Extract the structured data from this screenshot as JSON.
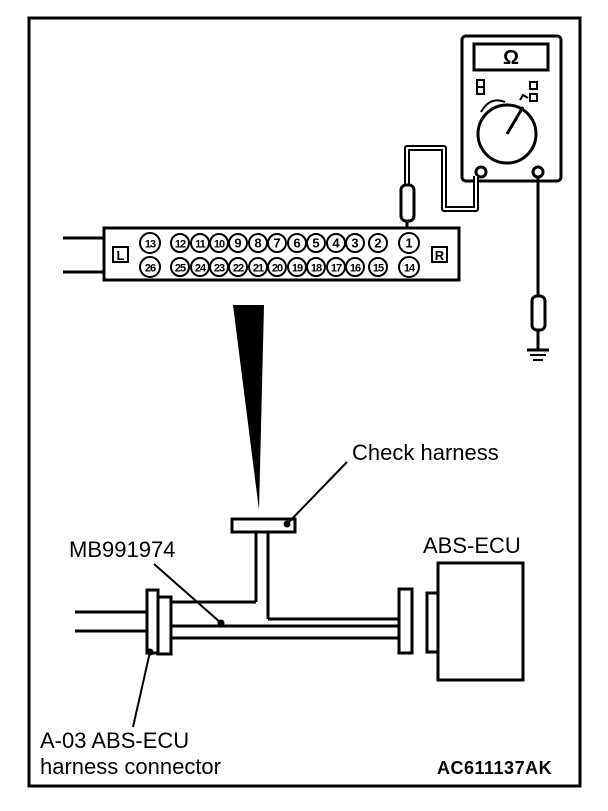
{
  "connector": {
    "side_left": "L",
    "side_right": "R",
    "top_pins": [
      "13",
      "12",
      "11",
      "10",
      "9",
      "8",
      "7",
      "6",
      "5",
      "4",
      "3",
      "2",
      "1"
    ],
    "bottom_pins": [
      "26",
      "25",
      "24",
      "23",
      "22",
      "21",
      "20",
      "19",
      "18",
      "17",
      "16",
      "15",
      "14"
    ]
  },
  "meter": {
    "unit_symbol": "Ω"
  },
  "labels": {
    "check_harness": "Check harness",
    "tool": "MB991974",
    "ecu": "ABS-ECU",
    "harness_connector_line1": "A-03 ABS-ECU",
    "harness_connector_line2": "harness connector",
    "figure_code": "AC611137AK"
  }
}
